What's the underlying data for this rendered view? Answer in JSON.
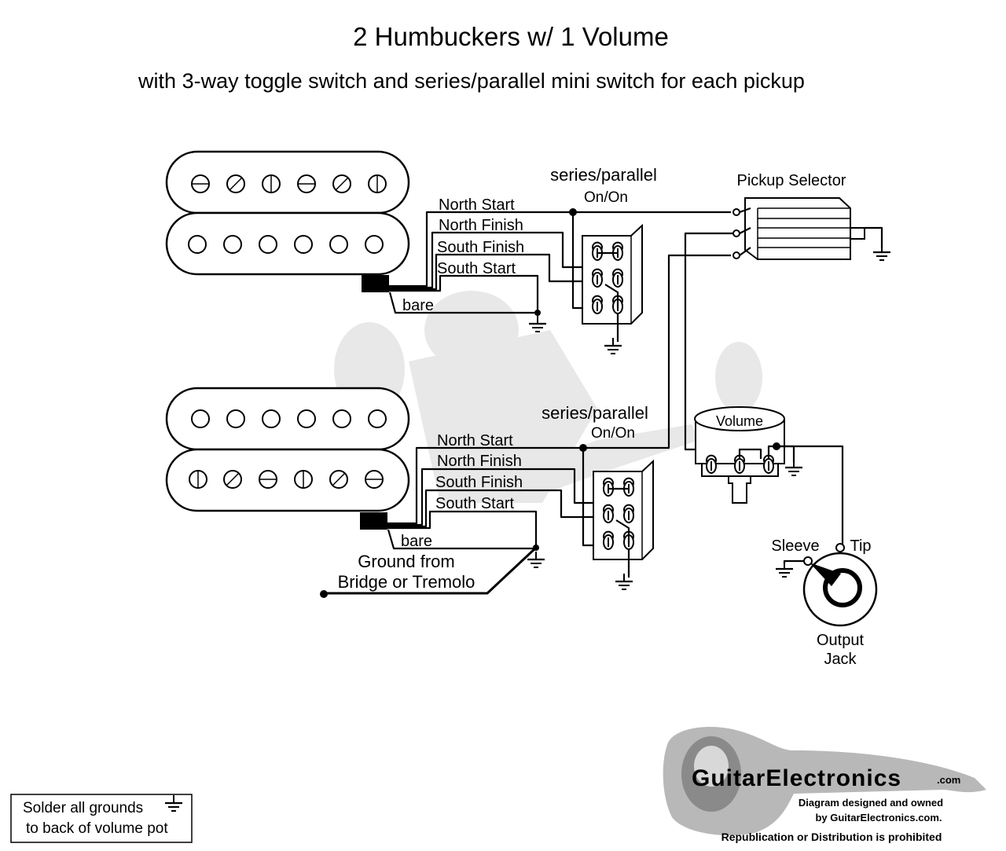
{
  "title": "2 Humbuckers w/ 1 Volume",
  "subtitle": "with 3-way toggle switch and series/parallel mini switch for each pickup",
  "pickup_selector_label": "Pickup Selector",
  "switches": [
    {
      "label_line1": "series/parallel",
      "label_line2": "On/On"
    },
    {
      "label_line1": "series/parallel",
      "label_line2": "On/On"
    }
  ],
  "pickups": [
    {
      "wires": [
        "North Start",
        "North Finish",
        "South Finish",
        "South Start",
        "bare"
      ]
    },
    {
      "wires": [
        "North Start",
        "North Finish",
        "South Finish",
        "South Start",
        "bare"
      ]
    }
  ],
  "ground_note": {
    "line1": "Ground from",
    "line2": "Bridge or Tremolo"
  },
  "volume_label": "Volume",
  "jack": {
    "sleeve": "Sleeve",
    "tip": "Tip",
    "line1": "Output",
    "line2": "Jack"
  },
  "solder_note": {
    "line1": "Solder all grounds",
    "line2": "to back of volume pot"
  },
  "logo": {
    "brand": "GuitarElectronics",
    "brand_suffix": ".com",
    "line1": "Diagram designed and owned",
    "line2": "by GuitarElectronics.com.",
    "line3": "Republication or Distribution is prohibited"
  }
}
